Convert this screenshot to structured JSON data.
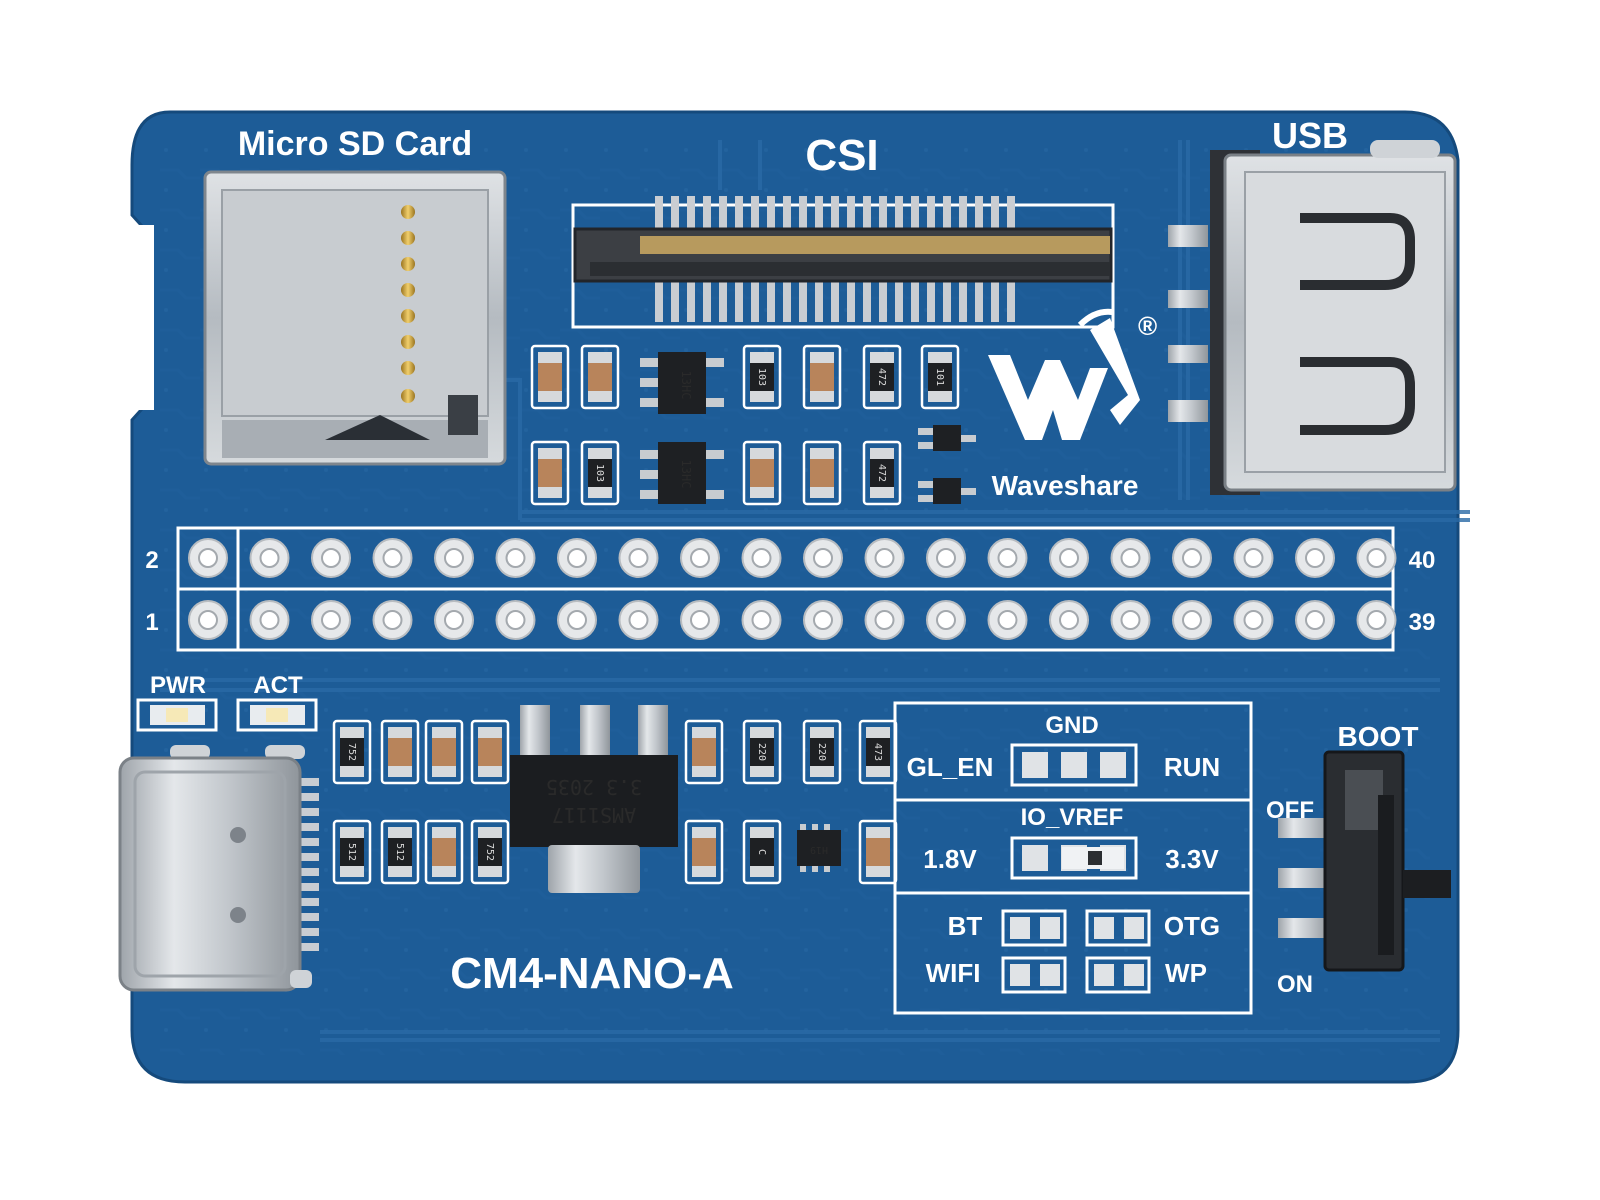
{
  "board": {
    "model": "CM4-NANO-A",
    "brand_name": "Waveshare",
    "registered_mark": "®",
    "colors": {
      "pcb": "#1d5c97",
      "pcb_dark": "#134877",
      "trace": "#2a6aa6",
      "silk": "#ffffff",
      "metal": "#c9cdd2"
    }
  },
  "connector_labels": {
    "micro_sd": "Micro SD Card",
    "csi": "CSI",
    "usb": "USB",
    "boot": "BOOT",
    "boot_off": "OFF",
    "boot_on": "ON"
  },
  "leds": {
    "pwr": "PWR",
    "act": "ACT"
  },
  "gpio": {
    "top_left": "2",
    "bottom_left": "1",
    "top_right": "40",
    "bottom_right": "39",
    "pins_per_row": 20
  },
  "jumper_panel": {
    "gnd": "GND",
    "gl_en": "GL_EN",
    "run": "RUN",
    "io_vref": "IO_VREF",
    "v18": "1.8V",
    "v33": "3.3V",
    "bt": "BT",
    "otg": "OTG",
    "wifi": "WIFI",
    "wp": "WP"
  },
  "component_markings": {
    "regulator_line1": "3.3 2035",
    "regulator_line2": "AMS1117",
    "ic_a": "13HC",
    "ic_b": "13HC",
    "ic_small": "H19",
    "r_103": "103",
    "r_472a": "472",
    "r_101": "101",
    "r_103b": "103",
    "r_472b": "472",
    "r_752a": "752",
    "r_752b": "752",
    "r_512a": "512",
    "r_512b": "512",
    "r_220a": "220",
    "r_220b": "220",
    "r_473": "473",
    "r_c": "C"
  }
}
